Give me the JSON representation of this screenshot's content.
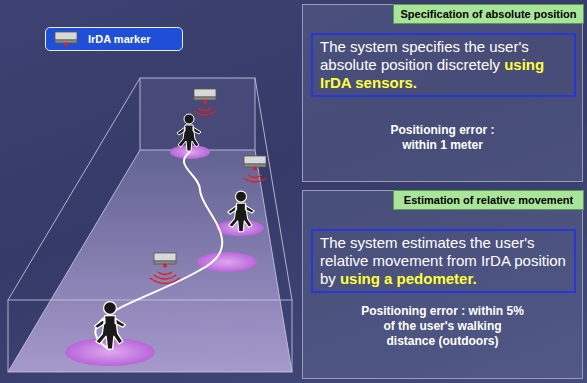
{
  "diagram": {
    "nodes": [
      {
        "text": [
          "Positioning error : within 1 meter"
        ]
      },
      {
        "text": [
          "Specification of absolute position"
        ],
        "in": 0
      },
      {
        "text": [
          "The system specifies the user's absolute position discretely",
          "using IrDA sensors."
        ],
        "in": 0
      },
      {
        "text": [
          "Positioning error : within 5% of the user's walking distance (outdoors)"
        ]
      },
      {
        "text": [
          "Estimation of  relative movement"
        ],
        "in": 3
      },
      {
        "text": [
          "The system estimates the user's relative movement from IrDA position by",
          "using a pedometer."
        ],
        "in": 3
      },
      {
        "text": [
          "IrDA marker"
        ]
      }
    ]
  }
}
